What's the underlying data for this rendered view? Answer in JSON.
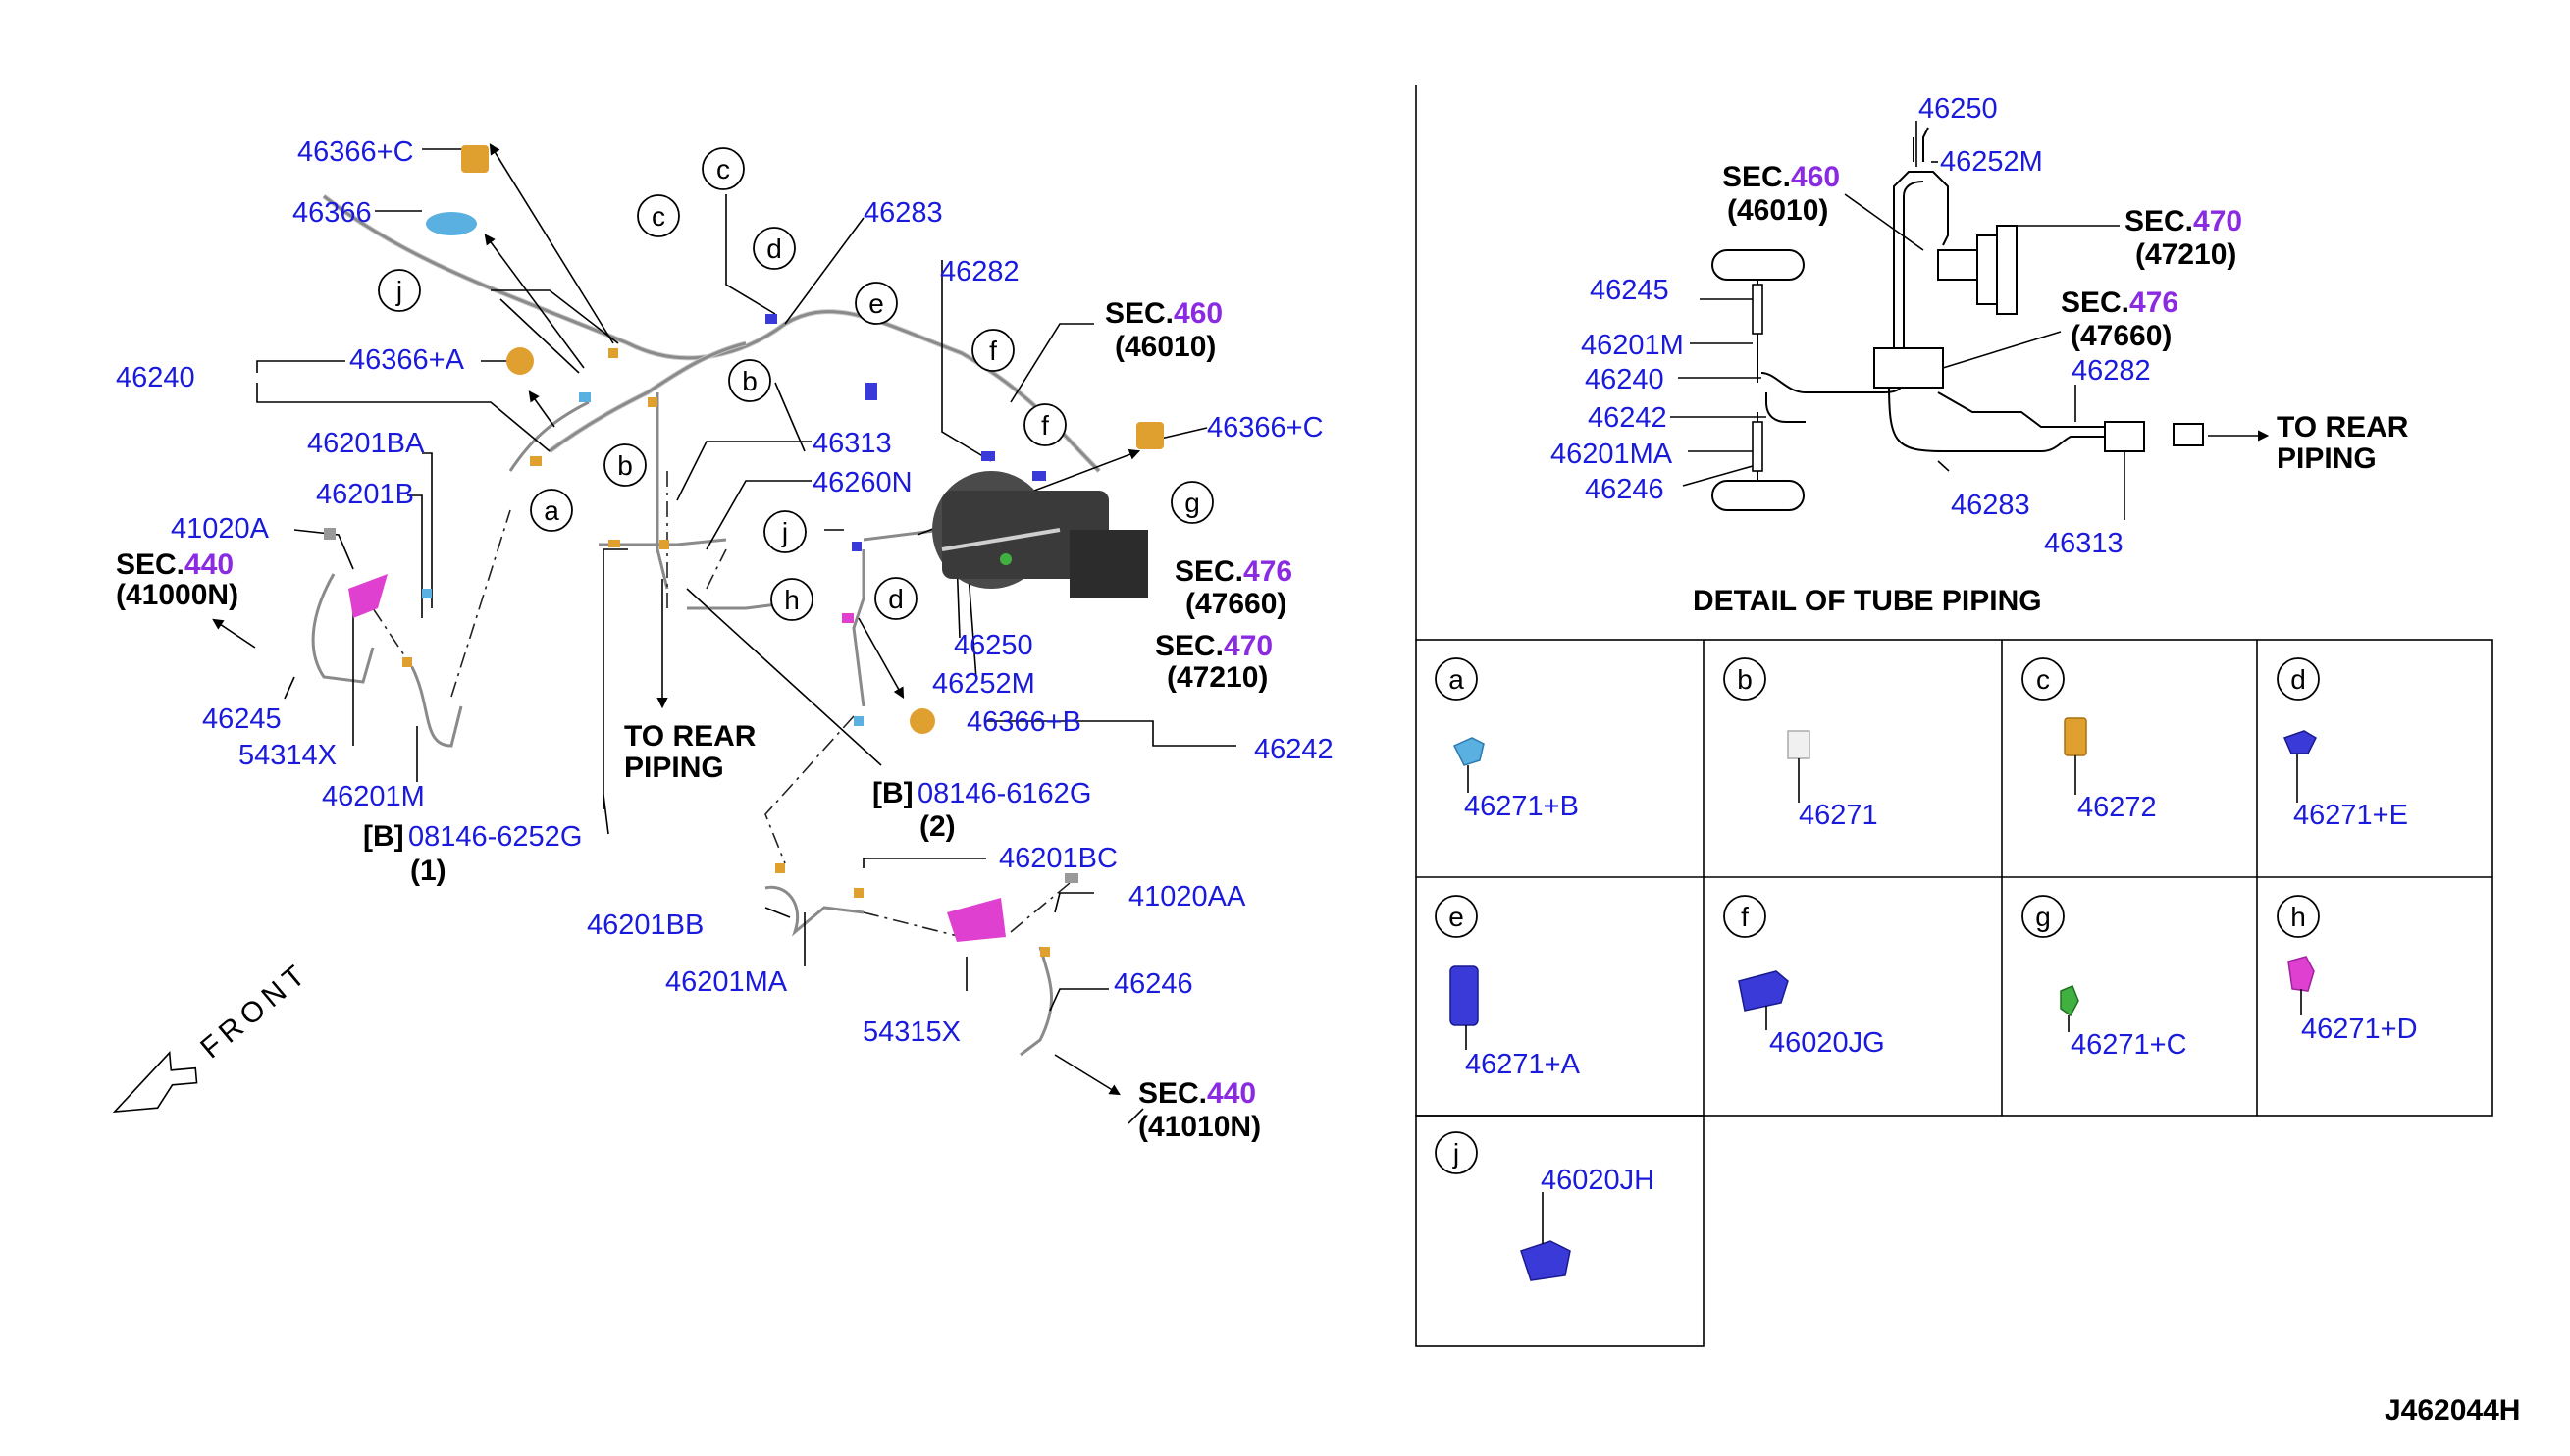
{
  "colors": {
    "part_number": "#1a1adc",
    "section_number": "#8a2be2",
    "clip_orange": "#e0a030",
    "clip_blue": "#3a3ad8",
    "clip_lightblue": "#5ab0e0",
    "clip_magenta": "#e040d0",
    "clip_green": "#40b040",
    "booster_dark": "#3a3a3a"
  },
  "labels": {
    "p46366c_top": "46366+C",
    "p46366": "46366",
    "p46366a": "46366+A",
    "p46240": "46240",
    "p46201ba": "46201BA",
    "p46201b": "46201B",
    "p41020a": "41020A",
    "p46245": "46245",
    "p54314x": "54314X",
    "p46201m": "46201M",
    "p46283": "46283",
    "p46282": "46282",
    "p46366c_right": "46366+C",
    "p46313": "46313",
    "p46260n": "46260N",
    "p46250": "46250",
    "p46252m": "46252M",
    "p46366b": "46366+B",
    "p46242": "46242",
    "p46201bc": "46201BC",
    "p41020aa": "41020AA",
    "p46201bb": "46201BB",
    "p46201ma": "46201MA",
    "p54315x": "54315X",
    "p46246": "46246",
    "bolt1": "08146-6252G",
    "bolt1_qty": "(1)",
    "bolt2": "08146-6162G",
    "bolt2_qty": "(2)",
    "bolt_tag": "[B]",
    "front": "FRONT"
  },
  "sections": {
    "sec_prefix": "SEC.",
    "s440_left_num": "440",
    "s440_left_sub": "(41000N)",
    "s460_num": "460",
    "s460_sub": "(46010)",
    "s476_num": "476",
    "s476_sub": "(47660)",
    "s470_num": "470",
    "s470_sub": "(47210)",
    "s440_bottom_num": "440",
    "s440_bottom_sub": "(41010N)"
  },
  "rear_piping": {
    "line1": "TO REAR",
    "line2": "PIPING"
  },
  "callouts": [
    "a",
    "b",
    "c",
    "d",
    "e",
    "f",
    "g",
    "h",
    "j"
  ],
  "detail": {
    "title": "DETAIL OF TUBE PIPING",
    "p46250": "46250",
    "p46252m": "46252M",
    "p46245": "46245",
    "p46201m": "46201M",
    "p46240": "46240",
    "p46242": "46242",
    "p46201ma": "46201MA",
    "p46246": "46246",
    "p46282": "46282",
    "p46283": "46283",
    "p46313": "46313",
    "sec460_num": "460",
    "sec460_sub": "(46010)",
    "sec470_num": "470",
    "sec470_sub": "(47210)",
    "sec476_num": "476",
    "sec476_sub": "(47660)",
    "rear1": "TO REAR",
    "rear2": "PIPING"
  },
  "clips": [
    {
      "letter": "a",
      "part": "46271+B",
      "color": "#5ab0e0"
    },
    {
      "letter": "b",
      "part": "46271",
      "color": "#d8d8d8"
    },
    {
      "letter": "c",
      "part": "46272",
      "color": "#e0a030"
    },
    {
      "letter": "d",
      "part": "46271+E",
      "color": "#3a3ad8"
    },
    {
      "letter": "e",
      "part": "46271+A",
      "color": "#3a3ad8"
    },
    {
      "letter": "f",
      "part": "46020JG",
      "color": "#3a3ad8"
    },
    {
      "letter": "g",
      "part": "46271+C",
      "color": "#40b040"
    },
    {
      "letter": "h",
      "part": "46271+D",
      "color": "#e040d0"
    },
    {
      "letter": "j",
      "part": "46020JH",
      "color": "#3a3ad8"
    }
  ],
  "drawing_id": "J462044H"
}
